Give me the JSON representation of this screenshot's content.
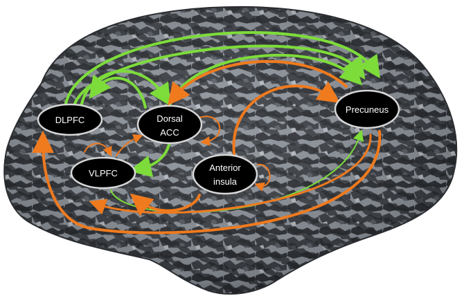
{
  "nodes": {
    "dlpfc": {
      "lines": [
        "DLPFC"
      ]
    },
    "dorsal_acc": {
      "lines": [
        "Dorsal",
        "ACC"
      ]
    },
    "vlpfc": {
      "lines": [
        "VLPFC"
      ]
    },
    "anterior_insula": {
      "lines": [
        "Anterior",
        "insula"
      ]
    },
    "precuneus": {
      "lines": [
        "Precuneus"
      ]
    }
  },
  "colors": {
    "green": "#7ddc3a",
    "orange": "#f07a1e",
    "node_fill": "#000000",
    "node_stroke": "#d8d8d8",
    "brain_dark": "#3a3d42",
    "brain_light": "#9aa0a7"
  }
}
